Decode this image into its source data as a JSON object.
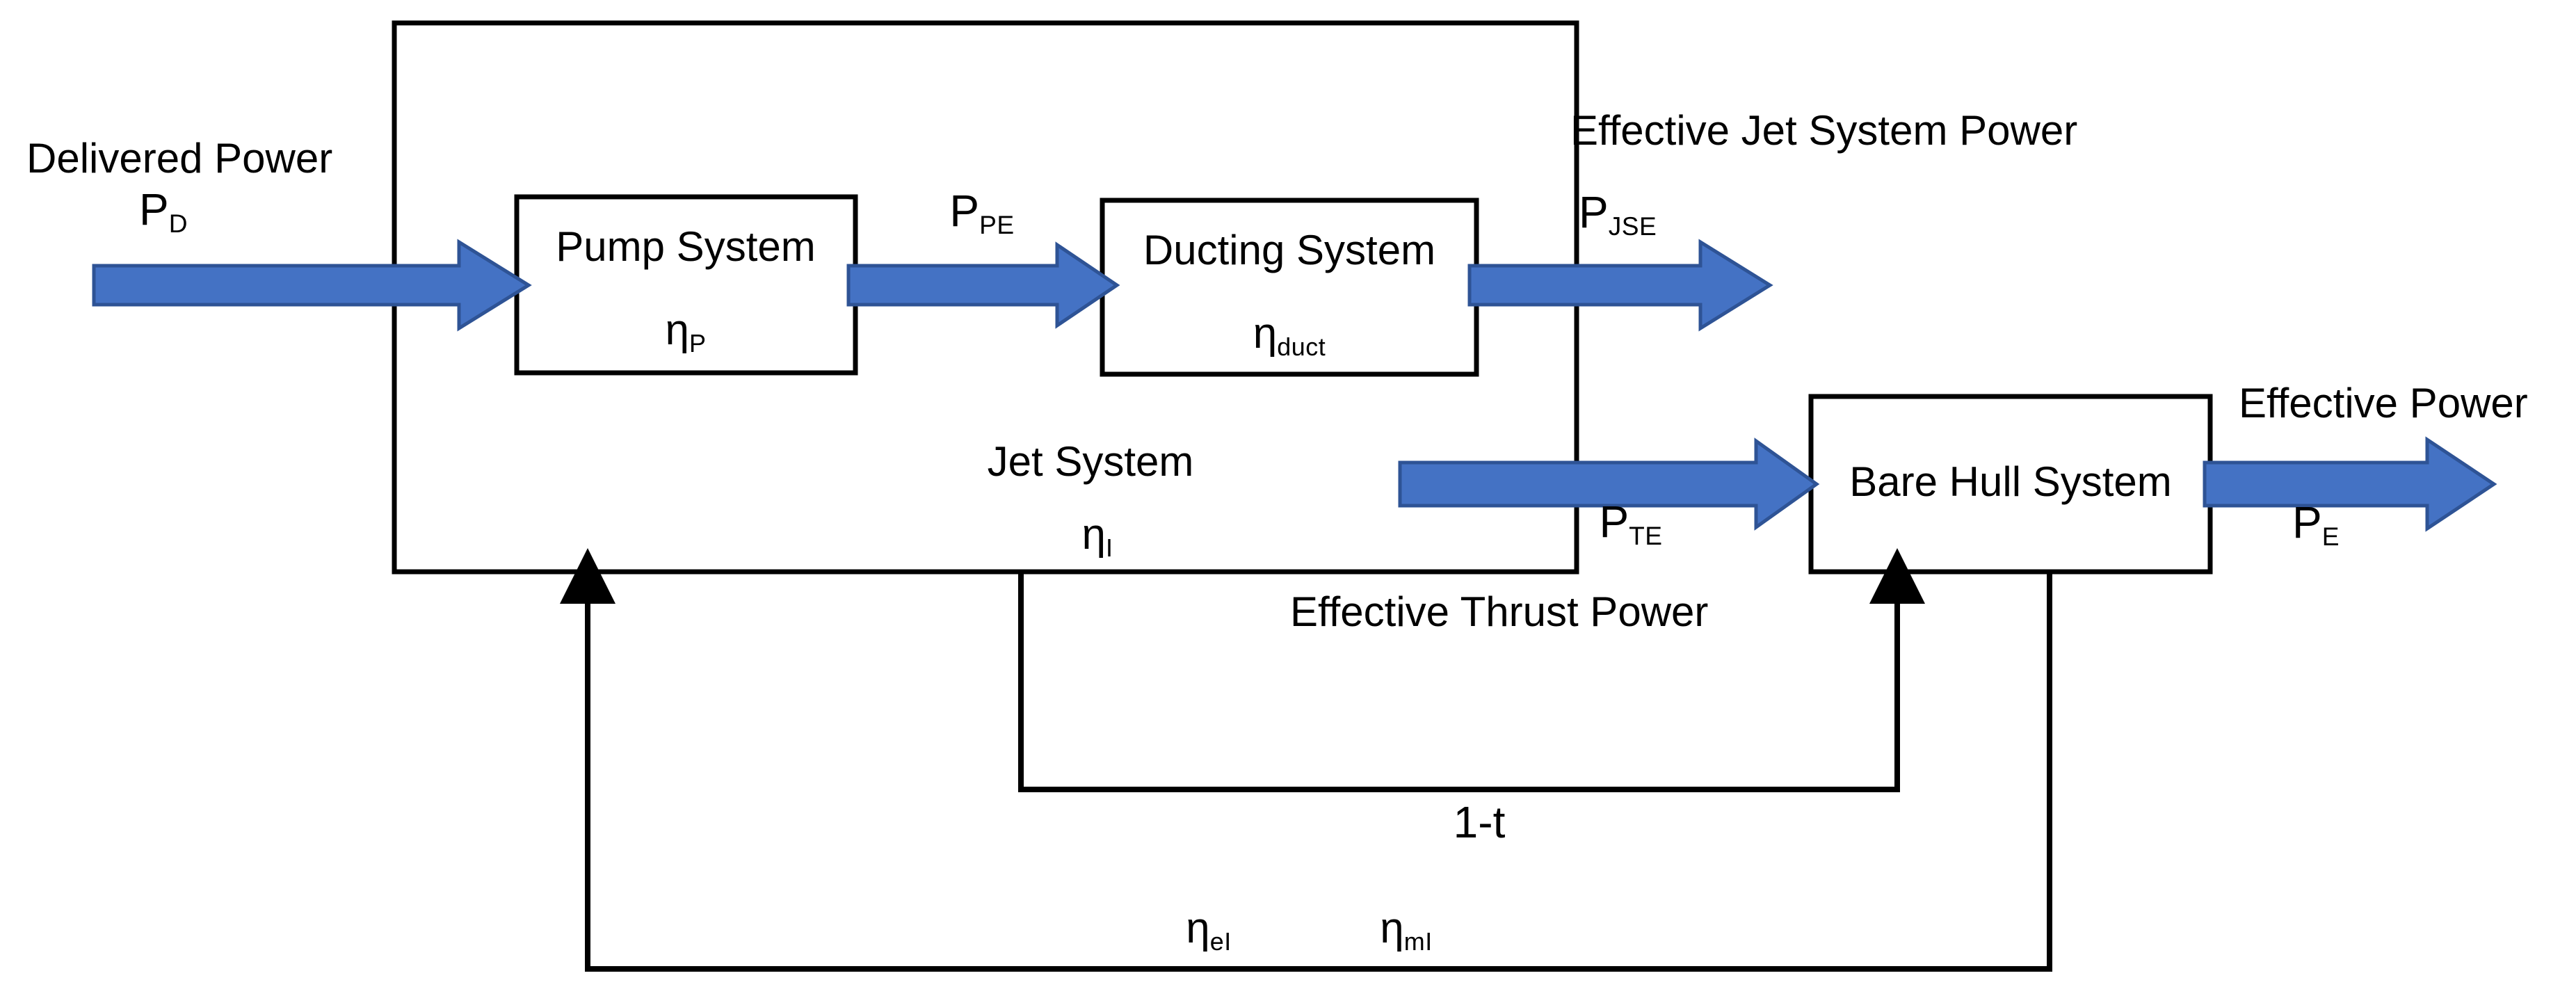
{
  "diagram": {
    "title": "Waterjet propulsion power flow block diagram",
    "type": "block-diagram",
    "colors": {
      "arrow_fill": "#4472C4",
      "arrow_stroke": "#2E5395",
      "line": "#000000",
      "background": "#FFFFFF",
      "text": "#000000"
    },
    "outer_block": {
      "name": "Jet System",
      "label": "Jet System",
      "efficiency_symbol": "η",
      "efficiency_subscript": "I"
    },
    "blocks": [
      {
        "id": "pump-system",
        "label": "Pump System",
        "efficiency_symbol": "η",
        "efficiency_subscript": "P"
      },
      {
        "id": "ducting-system",
        "label": "Ducting System",
        "efficiency_symbol": "η",
        "efficiency_subscript": "duct"
      },
      {
        "id": "bare-hull-system",
        "label": "Bare Hull System",
        "efficiency_symbol": "",
        "efficiency_subscript": ""
      }
    ],
    "flows": [
      {
        "id": "delivered-power",
        "caption": "Delivered Power",
        "symbol": "P",
        "subscript": "D",
        "direction": "right"
      },
      {
        "id": "pump-effective-power",
        "caption": "",
        "symbol": "P",
        "subscript": "PE",
        "direction": "right"
      },
      {
        "id": "effective-jet-system-power",
        "caption": "Effective Jet System Power",
        "symbol": "P",
        "subscript": "JSE",
        "direction": "right"
      },
      {
        "id": "effective-thrust-power",
        "caption": "Effective Thrust Power",
        "symbol": "P",
        "subscript": "TE",
        "direction": "right"
      },
      {
        "id": "effective-power",
        "caption": "Effective Power",
        "symbol": "P",
        "subscript": "E",
        "direction": "right"
      }
    ],
    "feedback": [
      {
        "id": "thrust-deduction",
        "label": "1-t",
        "from": "bare-hull-system",
        "to": "jet-system"
      },
      {
        "id": "inlet-efficiencies",
        "label_left_symbol": "η",
        "label_left_subscript": "eI",
        "label_right_symbol": "η",
        "label_right_subscript": "mI",
        "from": "bare-hull-system",
        "to": "jet-system"
      }
    ]
  }
}
